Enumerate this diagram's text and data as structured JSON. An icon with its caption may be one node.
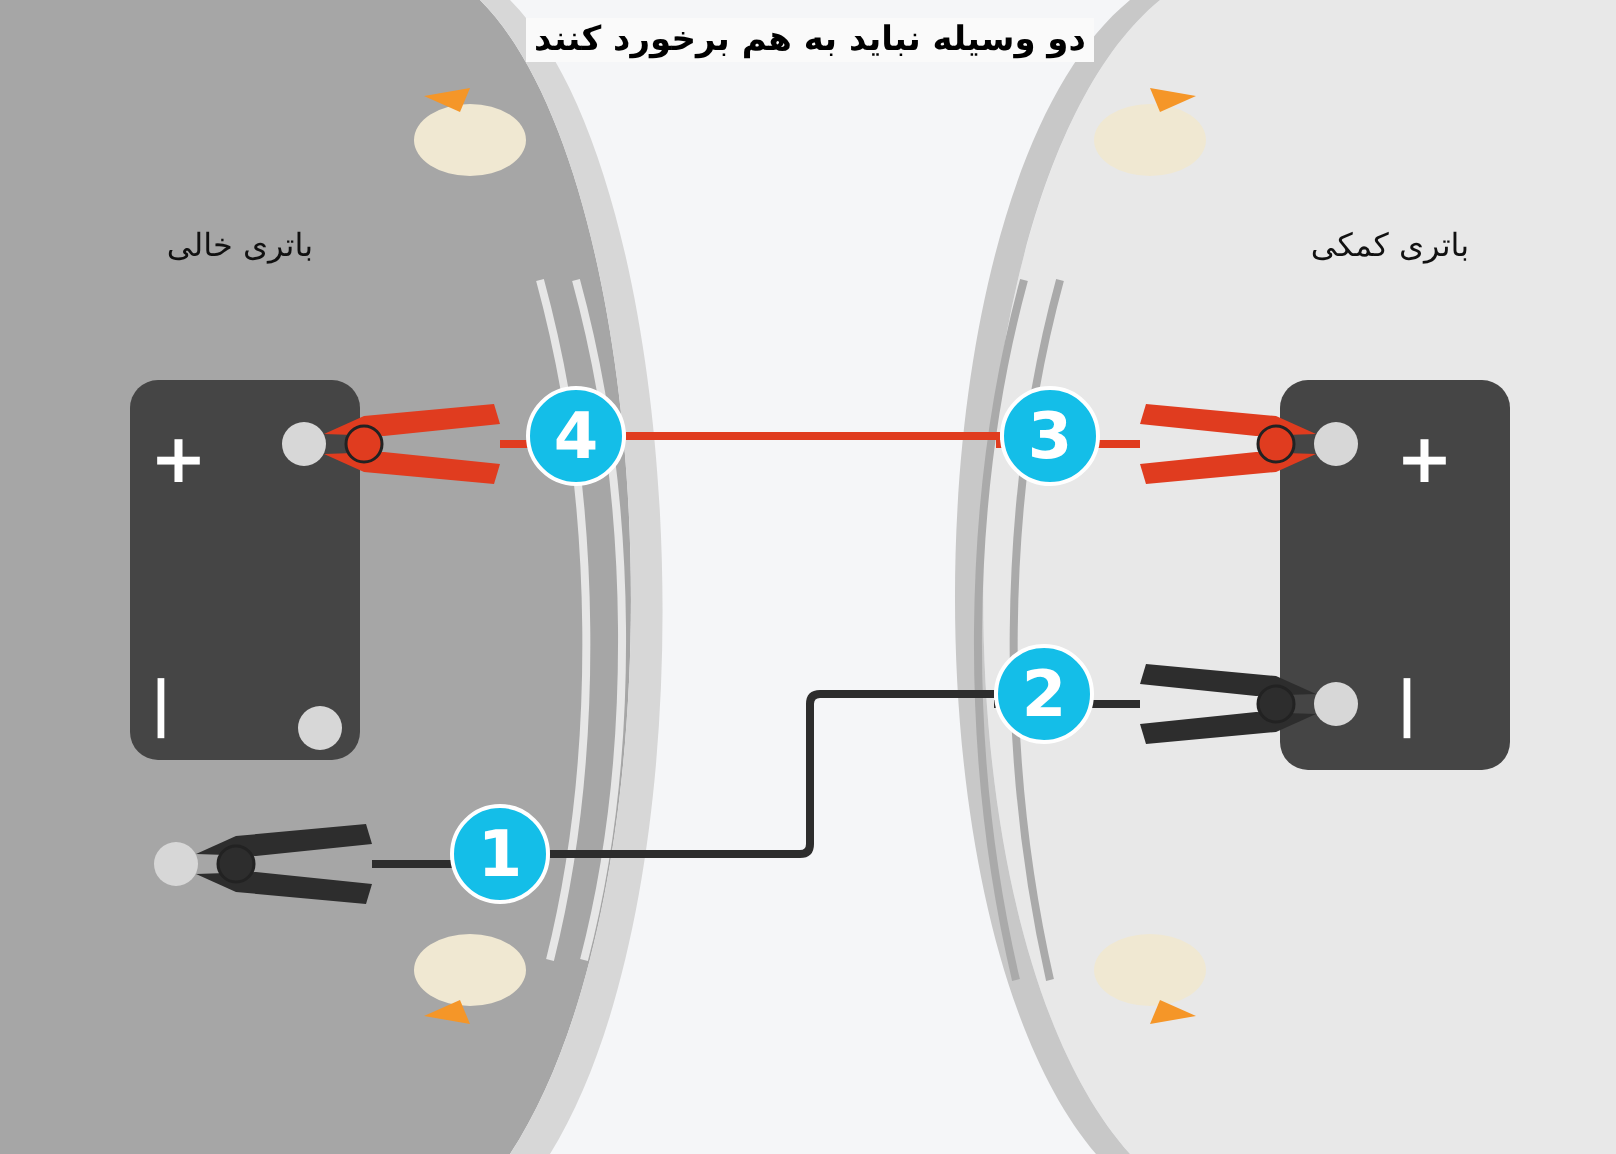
{
  "diagram": {
    "title": "دو وسیله نباید به هم برخورد کنند",
    "nodes": [
      {
        "text": [
          "باتری خالی",
          "+",
          "|"
        ]
      },
      {
        "text": [
          "باتری کمکی",
          "+",
          "|"
        ]
      },
      {
        "text": [
          "4"
        ]
      },
      {
        "text": [
          "3"
        ]
      },
      {
        "text": [
          "2"
        ]
      },
      {
        "text": [
          "1"
        ]
      }
    ],
    "edges": [
      {
        "from": 2,
        "to": 3,
        "arrow": "none",
        "color": "#e03c1f"
      },
      {
        "from": 5,
        "to": 4,
        "arrow": "none",
        "color": "#2d2d2d"
      }
    ]
  }
}
